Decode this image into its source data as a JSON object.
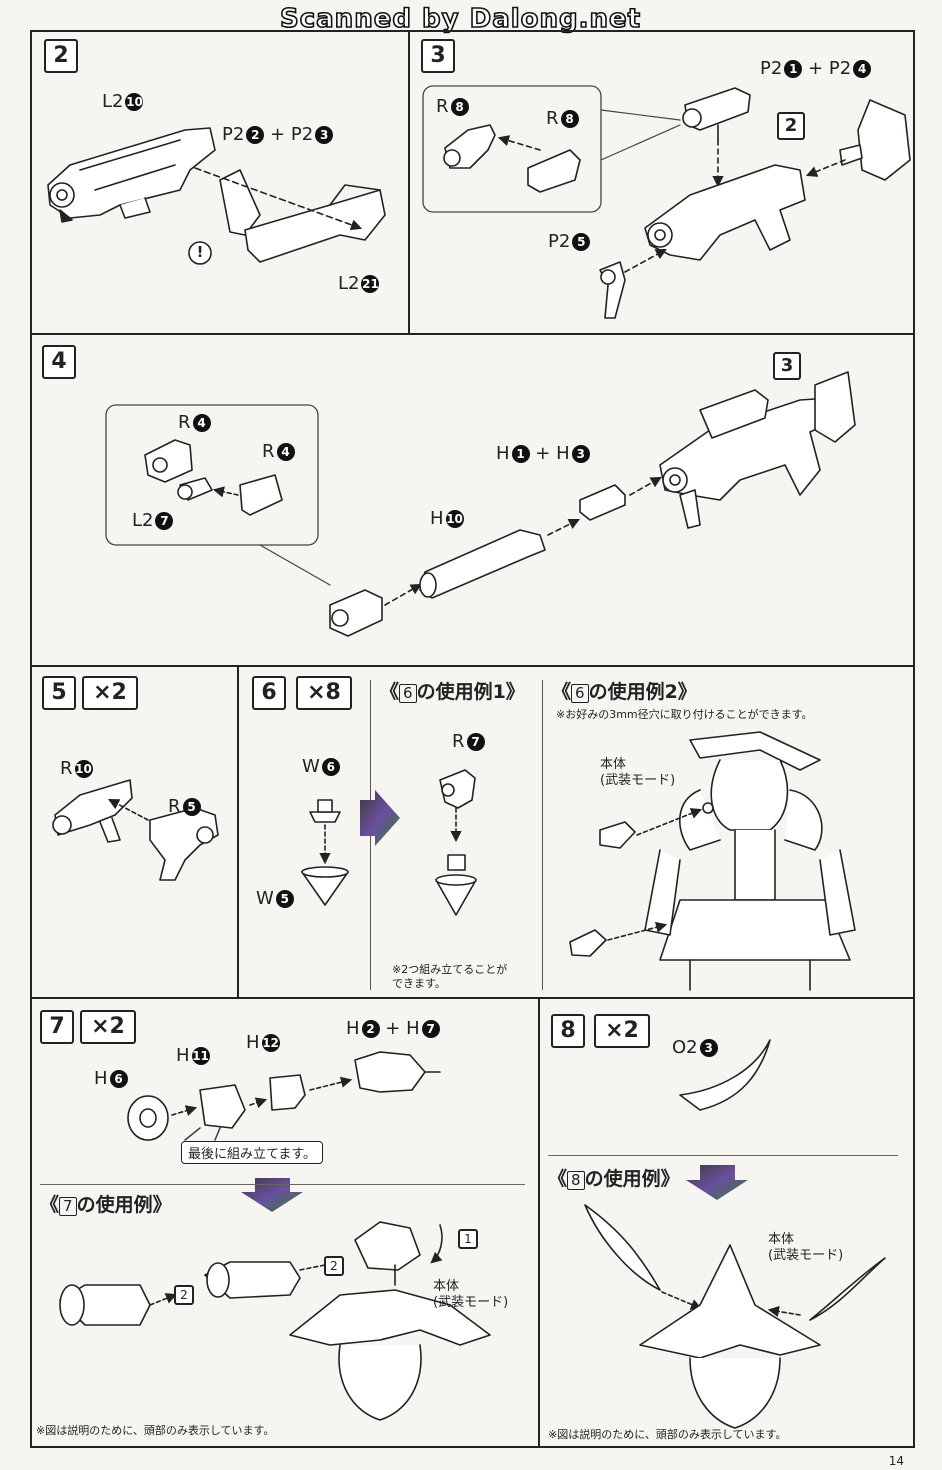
{
  "watermark": "Scanned by Dalong.net",
  "page_number": "14",
  "steps": {
    "s2": {
      "number": "2"
    },
    "s3": {
      "number": "3",
      "ref": "2"
    },
    "s4": {
      "number": "4",
      "ref": "3"
    },
    "s5": {
      "number": "5",
      "mult": "×2"
    },
    "s6": {
      "number": "6",
      "mult": "×8"
    },
    "s7": {
      "number": "7",
      "mult": "×2"
    },
    "s8": {
      "number": "8",
      "mult": "×2"
    }
  },
  "parts": {
    "l2_10": {
      "code": "L2",
      "n": "10"
    },
    "p2_2": {
      "code": "P2",
      "n": "2"
    },
    "p2_3": {
      "code": "P2",
      "n": "3"
    },
    "l2_21": {
      "code": "L2",
      "n": "21"
    },
    "r_8a": {
      "code": "R",
      "n": "8"
    },
    "r_8b": {
      "code": "R",
      "n": "8"
    },
    "p2_1": {
      "code": "P2",
      "n": "1"
    },
    "p2_4": {
      "code": "P2",
      "n": "4"
    },
    "p2_5": {
      "code": "P2",
      "n": "5"
    },
    "r_4a": {
      "code": "R",
      "n": "4"
    },
    "r_4b": {
      "code": "R",
      "n": "4"
    },
    "l2_7": {
      "code": "L2",
      "n": "7"
    },
    "h_1": {
      "code": "H",
      "n": "1"
    },
    "h_3": {
      "code": "H",
      "n": "3"
    },
    "h_10": {
      "code": "H",
      "n": "10"
    },
    "r_10": {
      "code": "R",
      "n": "10"
    },
    "r_5": {
      "code": "R",
      "n": "5"
    },
    "w_6": {
      "code": "W",
      "n": "6"
    },
    "w_5": {
      "code": "W",
      "n": "5"
    },
    "r_7": {
      "code": "R",
      "n": "7"
    },
    "h_6": {
      "code": "H",
      "n": "6"
    },
    "h_11": {
      "code": "H",
      "n": "11"
    },
    "h_12": {
      "code": "H",
      "n": "12"
    },
    "h_2": {
      "code": "H",
      "n": "2"
    },
    "h_7": {
      "code": "H",
      "n": "7"
    },
    "o2_3": {
      "code": "O2",
      "n": "3"
    }
  },
  "plus": "+",
  "caution": "!",
  "usage6_1": {
    "pre": "《",
    "box": "6",
    "post": "の使用例1》"
  },
  "usage6_2": {
    "pre": "《",
    "box": "6",
    "post": "の使用例2》"
  },
  "usage6_2_note": "※お好みの3mm径穴に取り付けることができます。",
  "usage6_1_note": "※2つ組み立てることが\nできます。",
  "body_label": "本体\n(武装モード)",
  "step7_tag": "最後に組み立てます。",
  "usage7": {
    "pre": "《",
    "box": "7",
    "post": "の使用例》"
  },
  "usage8": {
    "pre": "《",
    "box": "8",
    "post": "の使用例》"
  },
  "order_tags": {
    "one": "1",
    "two": "2"
  },
  "head_only_note": "※図は説明のために、頭部のみ表示しています。"
}
